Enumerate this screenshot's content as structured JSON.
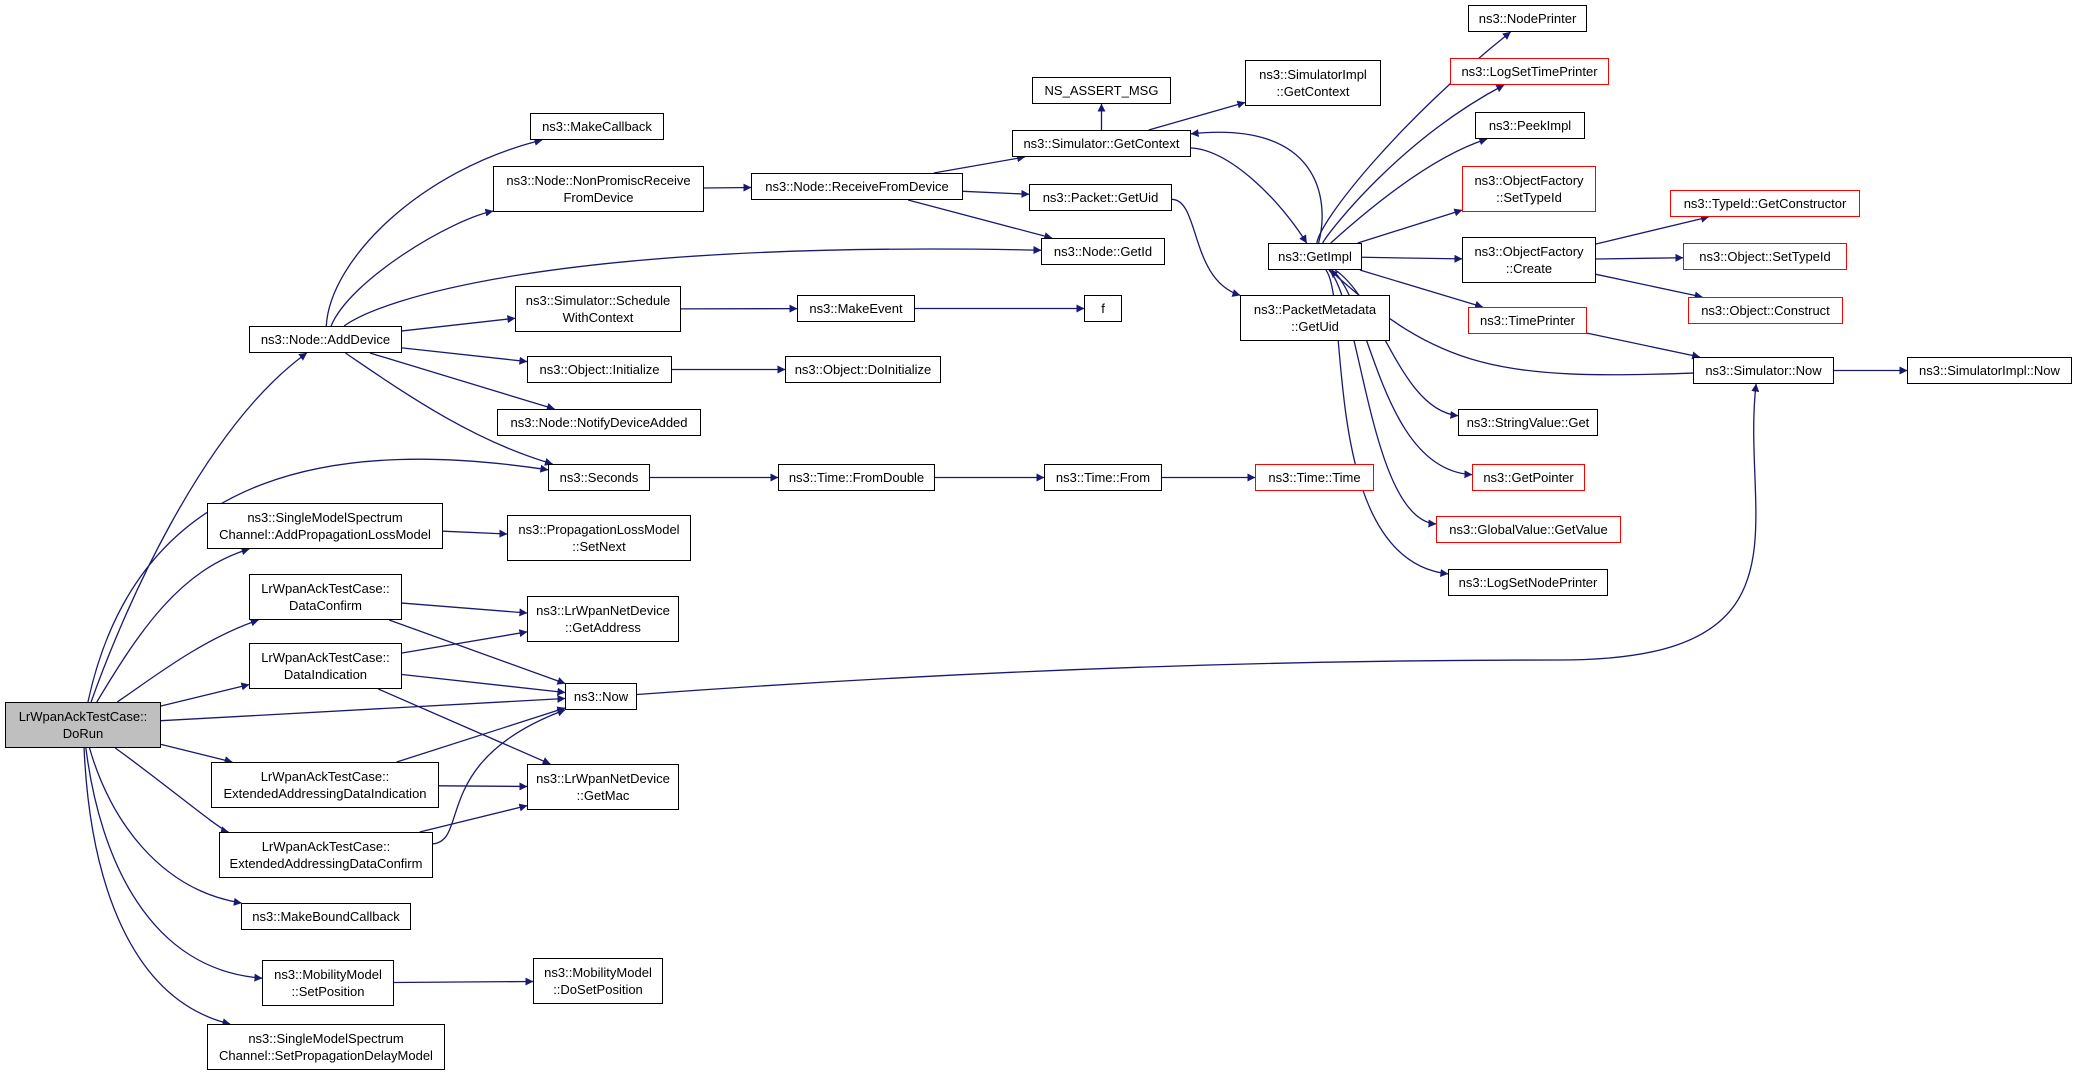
{
  "graph": {
    "edge_color": "#191970",
    "colors": {
      "normal": "#000000",
      "truncated": "#ff0000",
      "root_fill": "#bfbfbf"
    },
    "nodes": [
      {
        "id": "dorun",
        "label": "LrWpanAckTestCase::\nDoRun",
        "style": "root"
      },
      {
        "id": "adddevice",
        "label": "ns3::Node::AddDevice",
        "style": "normal"
      },
      {
        "id": "addproploss",
        "label": "ns3::SingleModelSpectrum\nChannel::AddPropagationLossModel",
        "style": "normal"
      },
      {
        "id": "dataconfirm",
        "label": "LrWpanAckTestCase::\nDataConfirm",
        "style": "normal"
      },
      {
        "id": "dataindication",
        "label": "LrWpanAckTestCase::\nDataIndication",
        "style": "normal"
      },
      {
        "id": "extind",
        "label": "LrWpanAckTestCase::\nExtendedAddressingDataIndication",
        "style": "normal"
      },
      {
        "id": "extconf",
        "label": "LrWpanAckTestCase::\nExtendedAddressingDataConfirm",
        "style": "normal"
      },
      {
        "id": "makeboundcb",
        "label": "ns3::MakeBoundCallback",
        "style": "normal"
      },
      {
        "id": "mobsetpos",
        "label": "ns3::MobilityModel\n::SetPosition",
        "style": "normal"
      },
      {
        "id": "setpropdelay",
        "label": "ns3::SingleModelSpectrum\nChannel::SetPropagationDelayModel",
        "style": "normal"
      },
      {
        "id": "makecallback",
        "label": "ns3::MakeCallback",
        "style": "normal"
      },
      {
        "id": "nonpromisc",
        "label": "ns3::Node::NonPromiscReceive\nFromDevice",
        "style": "normal"
      },
      {
        "id": "schedwctx",
        "label": "ns3::Simulator::Schedule\nWithContext",
        "style": "normal"
      },
      {
        "id": "objinit",
        "label": "ns3::Object::Initialize",
        "style": "normal"
      },
      {
        "id": "notifydev",
        "label": "ns3::Node::NotifyDeviceAdded",
        "style": "normal"
      },
      {
        "id": "seconds",
        "label": "ns3::Seconds",
        "style": "normal"
      },
      {
        "id": "setnext",
        "label": "ns3::PropagationLossModel\n::SetNext",
        "style": "normal"
      },
      {
        "id": "getaddress",
        "label": "ns3::LrWpanNetDevice\n::GetAddress",
        "style": "normal"
      },
      {
        "id": "now",
        "label": "ns3::Now",
        "style": "normal"
      },
      {
        "id": "getmac",
        "label": "ns3::LrWpanNetDevice\n::GetMac",
        "style": "normal"
      },
      {
        "id": "dosetpos",
        "label": "ns3::MobilityModel\n::DoSetPosition",
        "style": "normal"
      },
      {
        "id": "recvfromdev",
        "label": "ns3::Node::ReceiveFromDevice",
        "style": "normal"
      },
      {
        "id": "makeevent",
        "label": "ns3::MakeEvent",
        "style": "normal"
      },
      {
        "id": "doinit",
        "label": "ns3::Object::DoInitialize",
        "style": "normal"
      },
      {
        "id": "fromdouble",
        "label": "ns3::Time::FromDouble",
        "style": "normal"
      },
      {
        "id": "nsassert",
        "label": "NS_ASSERT_MSG",
        "style": "normal"
      },
      {
        "id": "simgetctx",
        "label": "ns3::Simulator::GetContext",
        "style": "normal"
      },
      {
        "id": "pktgetuid",
        "label": "ns3::Packet::GetUid",
        "style": "normal"
      },
      {
        "id": "nodegetid",
        "label": "ns3::Node::GetId",
        "style": "normal"
      },
      {
        "id": "f",
        "label": "f",
        "style": "normal"
      },
      {
        "id": "timefrom",
        "label": "ns3::Time::From",
        "style": "normal"
      },
      {
        "id": "simimplgetctx",
        "label": "ns3::SimulatorImpl\n::GetContext",
        "style": "normal"
      },
      {
        "id": "getimpl",
        "label": "ns3::GetImpl",
        "style": "normal"
      },
      {
        "id": "pmgetuid",
        "label": "ns3::PacketMetadata\n::GetUid",
        "style": "normal"
      },
      {
        "id": "timetime",
        "label": "ns3::Time::Time",
        "style": "truncated"
      },
      {
        "id": "nodeprinter",
        "label": "ns3::NodePrinter",
        "style": "normal"
      },
      {
        "id": "logsettime",
        "label": "ns3::LogSetTimePrinter",
        "style": "truncated"
      },
      {
        "id": "peekimpl",
        "label": "ns3::PeekImpl",
        "style": "normal"
      },
      {
        "id": "ofsettypeid",
        "label": "ns3::ObjectFactory\n::SetTypeId",
        "style": "truncated"
      },
      {
        "id": "ofcreate",
        "label": "ns3::ObjectFactory\n::Create",
        "style": "normal"
      },
      {
        "id": "timeprinter",
        "label": "ns3::TimePrinter",
        "style": "truncated"
      },
      {
        "id": "strget",
        "label": "ns3::StringValue::Get",
        "style": "normal"
      },
      {
        "id": "getpointer",
        "label": "ns3::GetPointer",
        "style": "truncated"
      },
      {
        "id": "gvgetvalue",
        "label": "ns3::GlobalValue::GetValue",
        "style": "truncated"
      },
      {
        "id": "logsetnode",
        "label": "ns3::LogSetNodePrinter",
        "style": "normal"
      },
      {
        "id": "typeidgetctor",
        "label": "ns3::TypeId::GetConstructor",
        "style": "truncated"
      },
      {
        "id": "objsettypeid",
        "label": "ns3::Object::SetTypeId",
        "style": "truncated"
      },
      {
        "id": "objconstruct",
        "label": "ns3::Object::Construct",
        "style": "truncated"
      },
      {
        "id": "simnow",
        "label": "ns3::Simulator::Now",
        "style": "normal"
      },
      {
        "id": "simimplnow",
        "label": "ns3::SimulatorImpl::Now",
        "style": "normal"
      }
    ],
    "edges": [
      [
        "dorun",
        "adddevice"
      ],
      [
        "dorun",
        "seconds"
      ],
      [
        "dorun",
        "addproploss"
      ],
      [
        "dorun",
        "dataconfirm"
      ],
      [
        "dorun",
        "dataindication"
      ],
      [
        "dorun",
        "now"
      ],
      [
        "dorun",
        "extind"
      ],
      [
        "dorun",
        "extconf"
      ],
      [
        "dorun",
        "makeboundcb"
      ],
      [
        "dorun",
        "mobsetpos"
      ],
      [
        "dorun",
        "setpropdelay"
      ],
      [
        "adddevice",
        "makecallback"
      ],
      [
        "adddevice",
        "nonpromisc"
      ],
      [
        "adddevice",
        "nodegetid"
      ],
      [
        "adddevice",
        "schedwctx"
      ],
      [
        "adddevice",
        "objinit"
      ],
      [
        "adddevice",
        "notifydev"
      ],
      [
        "adddevice",
        "seconds"
      ],
      [
        "nonpromisc",
        "recvfromdev"
      ],
      [
        "recvfromdev",
        "simgetctx"
      ],
      [
        "recvfromdev",
        "pktgetuid"
      ],
      [
        "recvfromdev",
        "nodegetid"
      ],
      [
        "simgetctx",
        "nsassert"
      ],
      [
        "simgetctx",
        "simimplgetctx"
      ],
      [
        "simgetctx",
        "getimpl"
      ],
      [
        "pktgetuid",
        "pmgetuid"
      ],
      [
        "schedwctx",
        "makeevent"
      ],
      [
        "makeevent",
        "f"
      ],
      [
        "objinit",
        "doinit"
      ],
      [
        "seconds",
        "fromdouble"
      ],
      [
        "fromdouble",
        "timefrom"
      ],
      [
        "timefrom",
        "timetime"
      ],
      [
        "addproploss",
        "setnext"
      ],
      [
        "dataconfirm",
        "getaddress"
      ],
      [
        "dataconfirm",
        "now"
      ],
      [
        "dataindication",
        "getaddress"
      ],
      [
        "dataindication",
        "now"
      ],
      [
        "dataindication",
        "getmac"
      ],
      [
        "extind",
        "now"
      ],
      [
        "extind",
        "getmac"
      ],
      [
        "extconf",
        "now"
      ],
      [
        "extconf",
        "getmac"
      ],
      [
        "mobsetpos",
        "dosetpos"
      ],
      [
        "now",
        "simnow"
      ],
      [
        "getimpl",
        "simgetctx"
      ],
      [
        "getimpl",
        "nodeprinter"
      ],
      [
        "getimpl",
        "logsettime"
      ],
      [
        "getimpl",
        "peekimpl"
      ],
      [
        "getimpl",
        "ofsettypeid"
      ],
      [
        "getimpl",
        "ofcreate"
      ],
      [
        "getimpl",
        "timeprinter"
      ],
      [
        "getimpl",
        "strget"
      ],
      [
        "getimpl",
        "getpointer"
      ],
      [
        "getimpl",
        "gvgetvalue"
      ],
      [
        "getimpl",
        "logsetnode"
      ],
      [
        "ofcreate",
        "typeidgetctor"
      ],
      [
        "ofcreate",
        "objsettypeid"
      ],
      [
        "ofcreate",
        "objconstruct"
      ],
      [
        "timeprinter",
        "simnow"
      ],
      [
        "simnow",
        "getimpl"
      ],
      [
        "simnow",
        "simimplnow"
      ]
    ]
  }
}
